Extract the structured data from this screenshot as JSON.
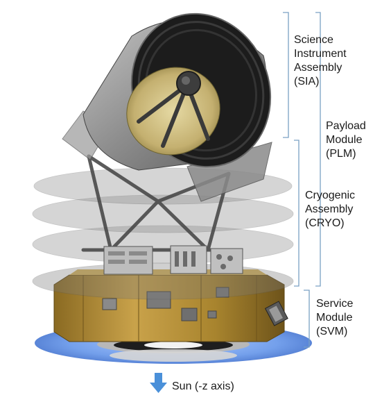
{
  "labels": {
    "sia": [
      "Science",
      "Instrument",
      "Assembly",
      "(SIA)"
    ],
    "plm": [
      "Payload",
      "Module",
      "(PLM)"
    ],
    "cryo": [
      "Cryogenic",
      "Assembly",
      "(CRYO)"
    ],
    "svm": [
      "Service",
      "Module",
      "(SVM)"
    ],
    "sun": "Sun (-z axis)"
  },
  "colors": {
    "bracket": "#7aa0c4",
    "arrow": "#4a90d9",
    "sunshield": "#5b8fe8",
    "gold": "#b08a2e",
    "shell": "#8c8c8c",
    "mirror": "#c9b877"
  }
}
